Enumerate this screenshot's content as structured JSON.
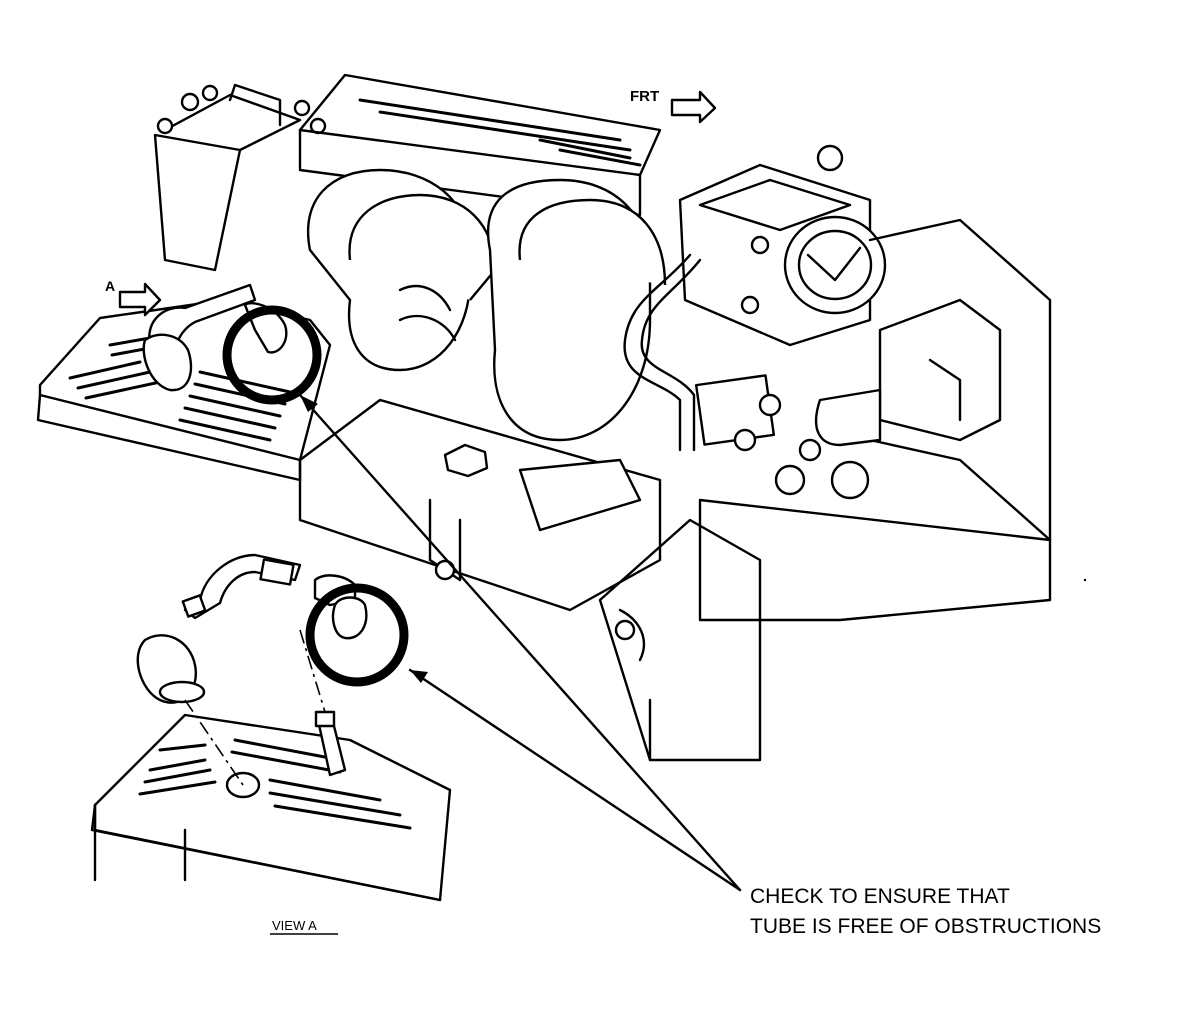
{
  "labels": {
    "front": "FRT",
    "view_arrow": "A",
    "view_title": "VIEW A",
    "callout_line1": "CHECK TO ENSURE THAT",
    "callout_line2": "TUBE IS FREE OF OBSTRUCTIONS"
  },
  "colors": {
    "ink": "#000000",
    "paper": "#ffffff"
  }
}
